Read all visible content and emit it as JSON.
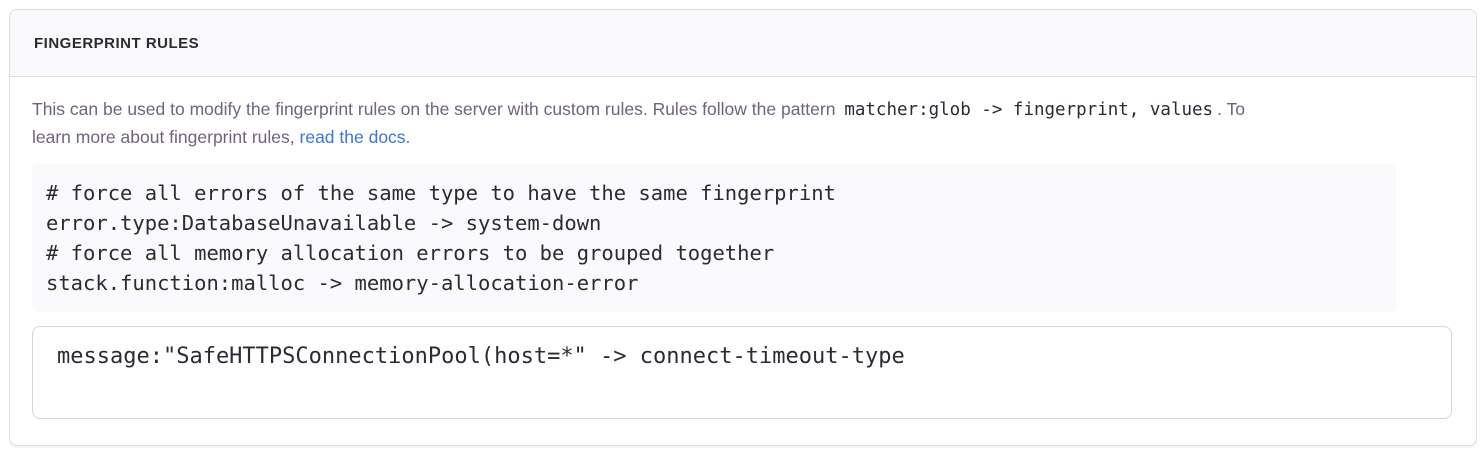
{
  "panel": {
    "title": "FINGERPRINT RULES",
    "description": {
      "line1_text": "This can be used to modify the fingerprint rules on the server with custom rules. Rules follow the pattern",
      "inline_code": "matcher:glob -> fingerprint, values",
      "line1_suffix": ". To",
      "line2_text": "learn more about fingerprint rules,",
      "link_label": "read the docs."
    },
    "example_block": {
      "code": "# force all errors of the same type to have the same fingerprint\nerror.type:DatabaseUnavailable -> system-down\n# force all memory allocation errors to be grouped together\nstack.function:malloc -> memory-allocation-error"
    },
    "rules_input": {
      "value": "message:\"SafeHTTPSConnectionPool(host=*\" -> connect-timeout-type"
    },
    "colors": {
      "link": "#3d74db",
      "header_background": "#faf9fb",
      "example_background": "#faf9fb",
      "panel_border": "#e0dce5",
      "text_primary": "#2f2936",
      "text_secondary": "#71637e"
    }
  }
}
